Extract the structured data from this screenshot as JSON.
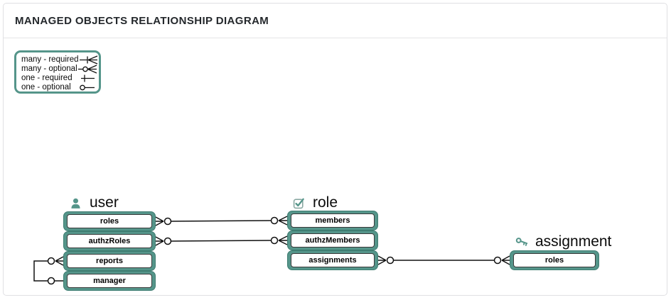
{
  "header": {
    "title": "MANAGED OBJECTS RELATIONSHIP DIAGRAM"
  },
  "legend": {
    "items": [
      {
        "label": "many - required",
        "symbol": "many-required"
      },
      {
        "label": "many - optional",
        "symbol": "many-optional"
      },
      {
        "label": "one - required",
        "symbol": "one-required"
      },
      {
        "label": "one - optional",
        "symbol": "one-optional"
      }
    ]
  },
  "entities": [
    {
      "title": "user",
      "icon": "person-icon",
      "properties": [
        "roles",
        "authzRoles",
        "reports",
        "manager"
      ]
    },
    {
      "title": "role",
      "icon": "checkbox-icon",
      "properties": [
        "members",
        "authzMembers",
        "assignments"
      ]
    },
    {
      "title": "assignment",
      "icon": "key-icon",
      "properties": [
        "roles"
      ]
    }
  ],
  "relationships": [
    {
      "from": "user.roles",
      "from_end": "many-optional",
      "to": "role.members",
      "to_end": "many-optional"
    },
    {
      "from": "user.authzRoles",
      "from_end": "many-optional",
      "to": "role.authzMembers",
      "to_end": "many-optional"
    },
    {
      "from": "role.assignments",
      "from_end": "many-optional",
      "to": "assignment.roles",
      "to_end": "many-optional"
    },
    {
      "from": "user.reports",
      "from_end": "many-optional",
      "to": "user.manager",
      "to_end": "one-optional"
    }
  ],
  "colors": {
    "teal": "#55958a",
    "teal_dark": "#3e7d71",
    "line": "#111111",
    "panel_border": "#e0e0e3",
    "header_text": "#24282c"
  }
}
